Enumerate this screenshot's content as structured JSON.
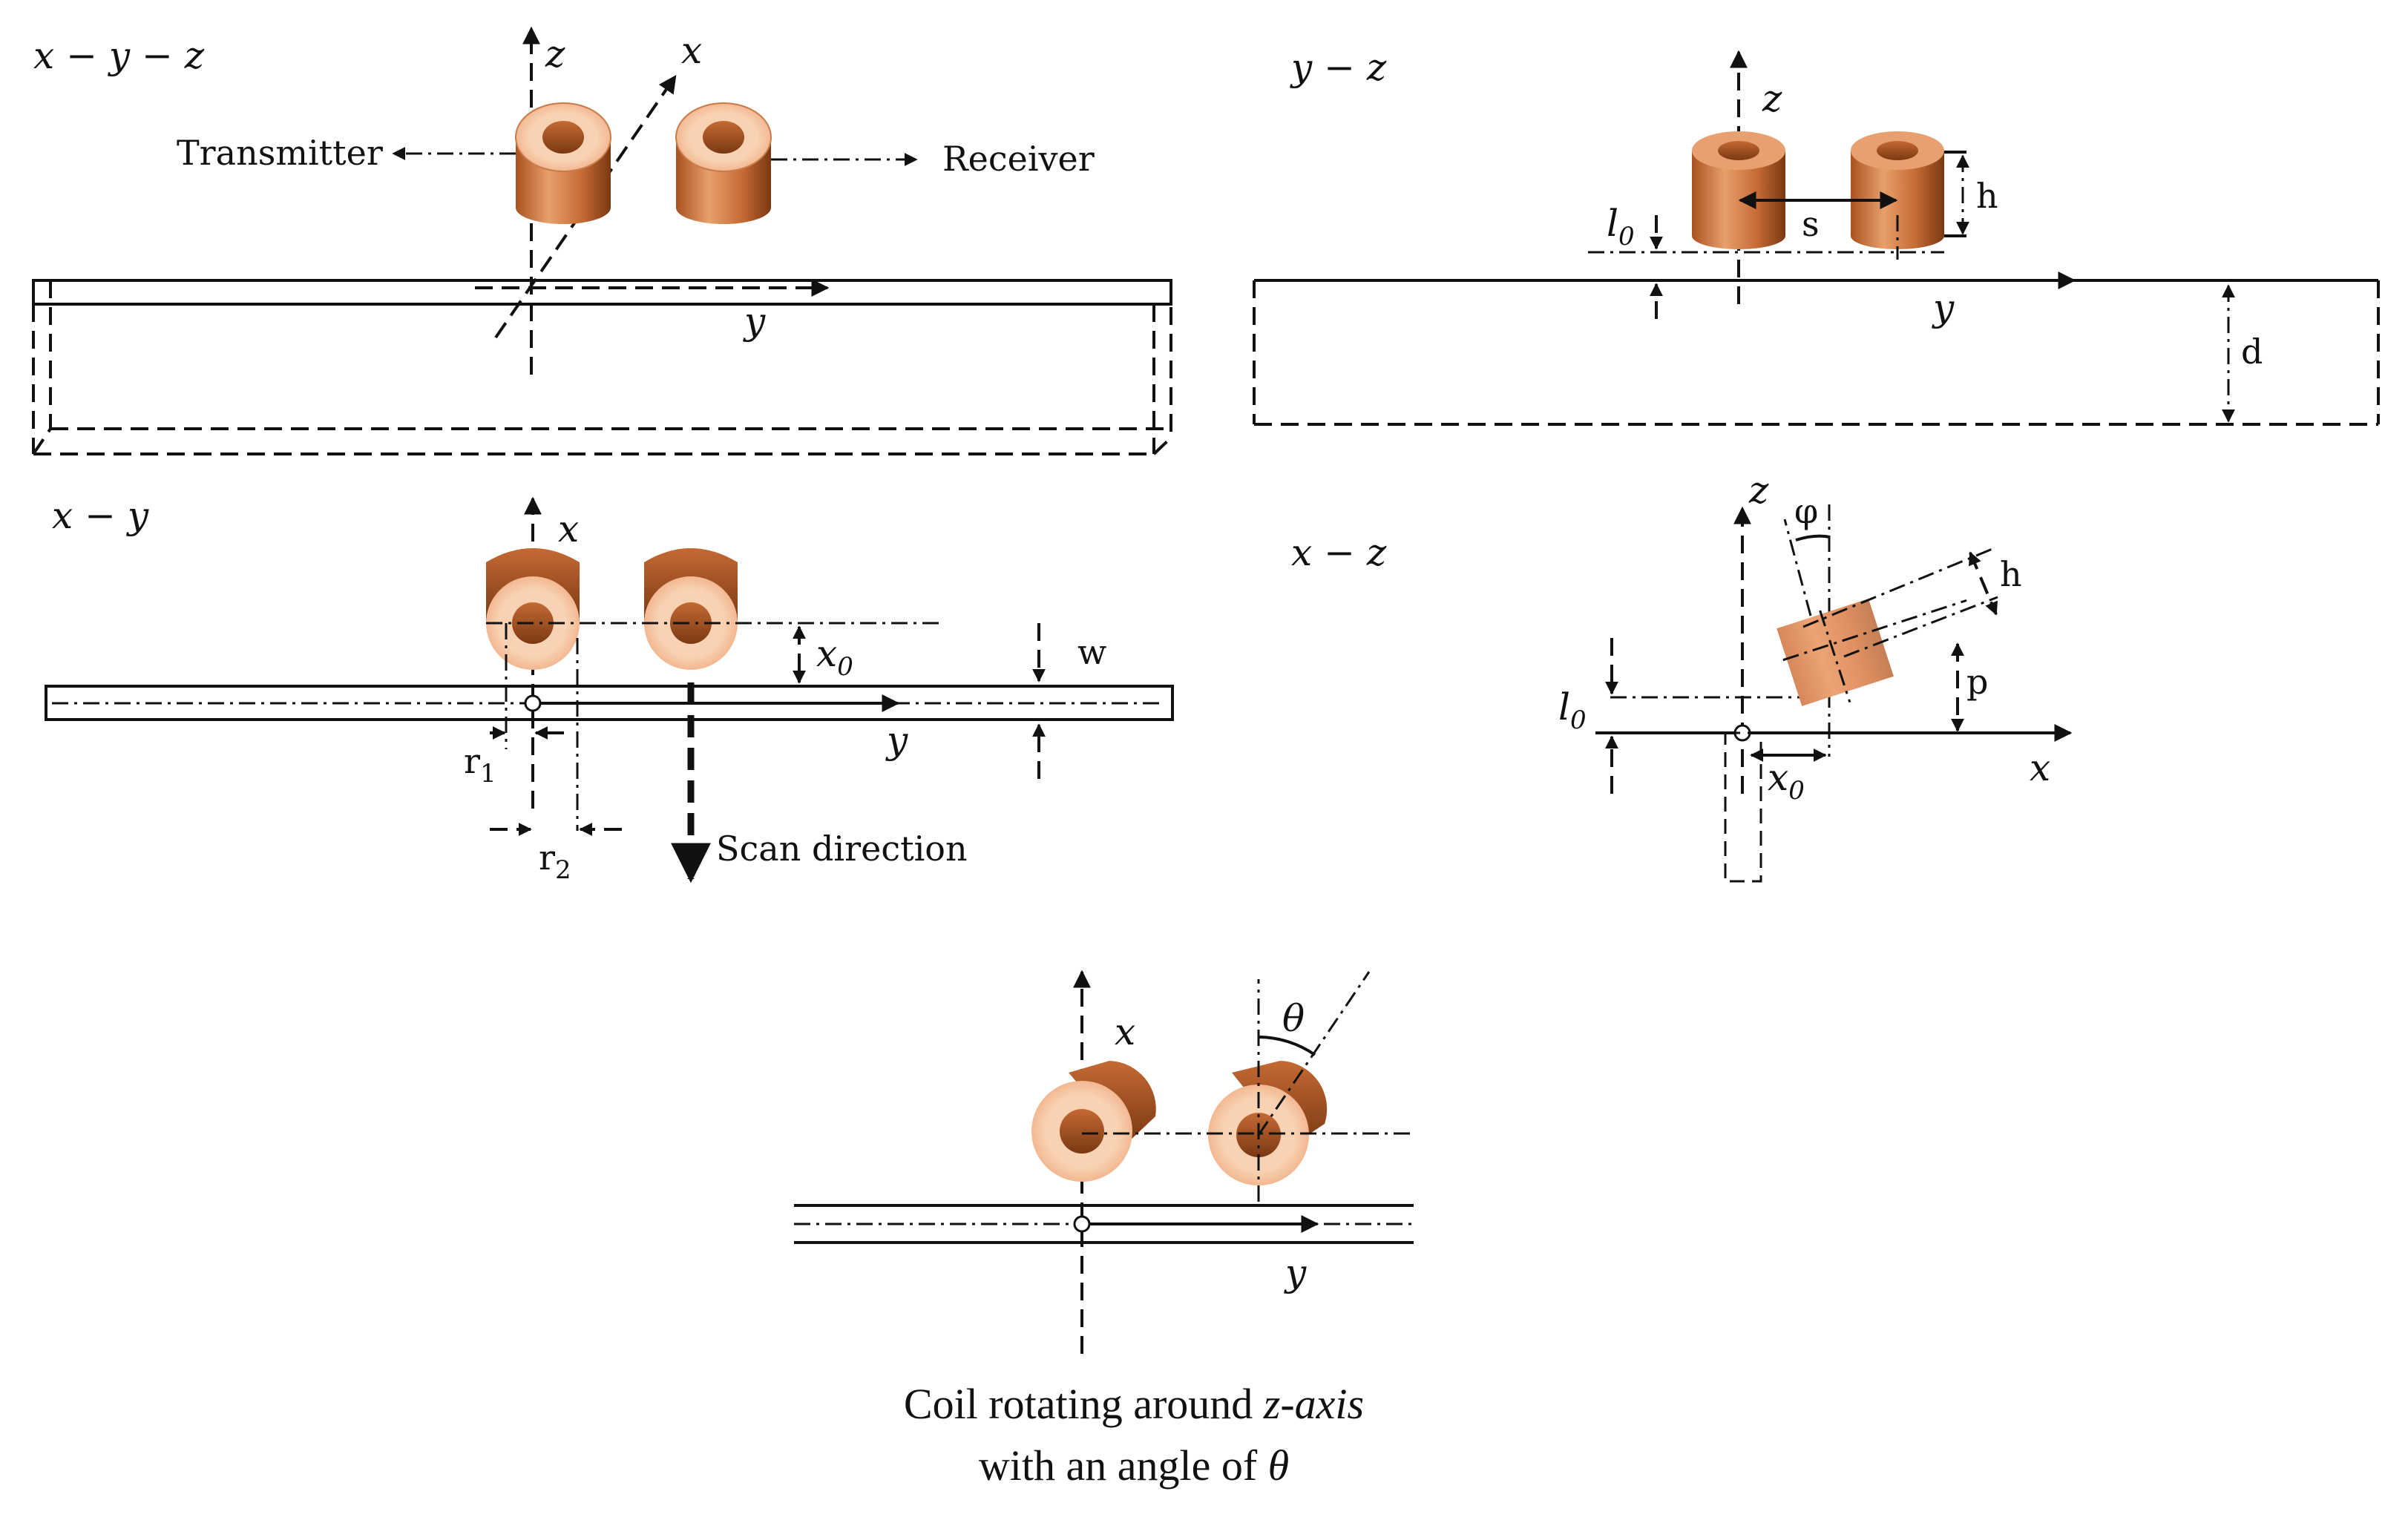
{
  "panels": {
    "xyz": {
      "title": "x − y − z",
      "axis_z": "z",
      "axis_x": "x",
      "axis_y": "y",
      "transmitter": "Transmitter",
      "receiver": "Receiver"
    },
    "yz": {
      "title": "y − z",
      "axis_z": "z",
      "axis_y": "y",
      "h": "h",
      "s": "s",
      "d": "d",
      "l0": "l",
      "l0_sub": "0"
    },
    "xy": {
      "title": "x − y",
      "axis_x": "x",
      "axis_y": "y",
      "x0": "x",
      "x0_sub": "0",
      "w": "w",
      "r1": "r",
      "r1_sub": "1",
      "r2": "r",
      "r2_sub": "2",
      "scan": "Scan direction"
    },
    "xz": {
      "title": "x − z",
      "axis_z": "z",
      "axis_x": "x",
      "phi": "φ",
      "h": "h",
      "p": "p",
      "l0": "l",
      "l0_sub": "0",
      "x0": "x",
      "x0_sub": "0"
    },
    "rot": {
      "axis_x": "x",
      "axis_y": "y",
      "theta": "θ",
      "caption_1": "Coil rotating around ",
      "caption_1_italic": "z-axis",
      "caption_2": "with an angle of ",
      "caption_2_italic": "θ"
    }
  },
  "colors": {
    "copper_light": "#f6c9a4",
    "copper_mid": "#d98a55",
    "copper_dark": "#8a4319",
    "line": "#111111"
  }
}
